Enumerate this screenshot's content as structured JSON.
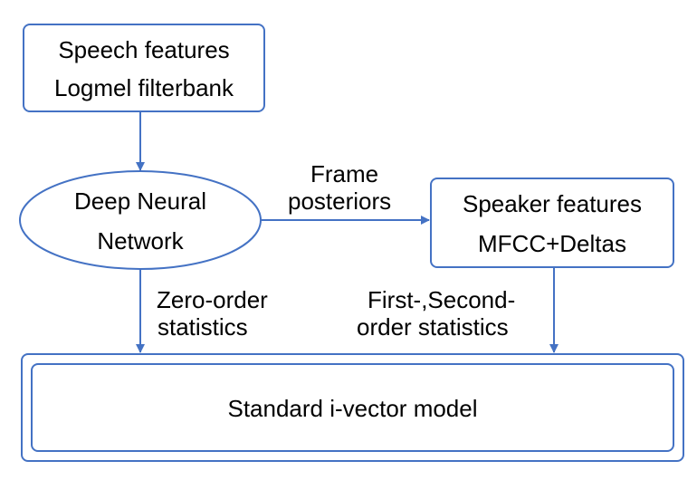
{
  "colors": {
    "stroke": "#4472C4",
    "text": "#000000",
    "background": "#ffffff"
  },
  "speech_box": {
    "line1": "Speech features",
    "line2": "Logmel filterbank"
  },
  "dnn_ellipse": {
    "line1": "Deep Neural",
    "line2": "Network"
  },
  "speaker_box": {
    "line1": "Speaker features",
    "line2": "MFCC+Deltas"
  },
  "arrow_labels": {
    "frame_posteriors_line1": "Frame",
    "frame_posteriors_line2": "posteriors",
    "zero_order_line1": "Zero-order",
    "zero_order_line2": "statistics",
    "first_second_line1": "First-,Second-",
    "first_second_line2": "order statistics"
  },
  "model_box": {
    "label": "Standard i-vector model"
  }
}
